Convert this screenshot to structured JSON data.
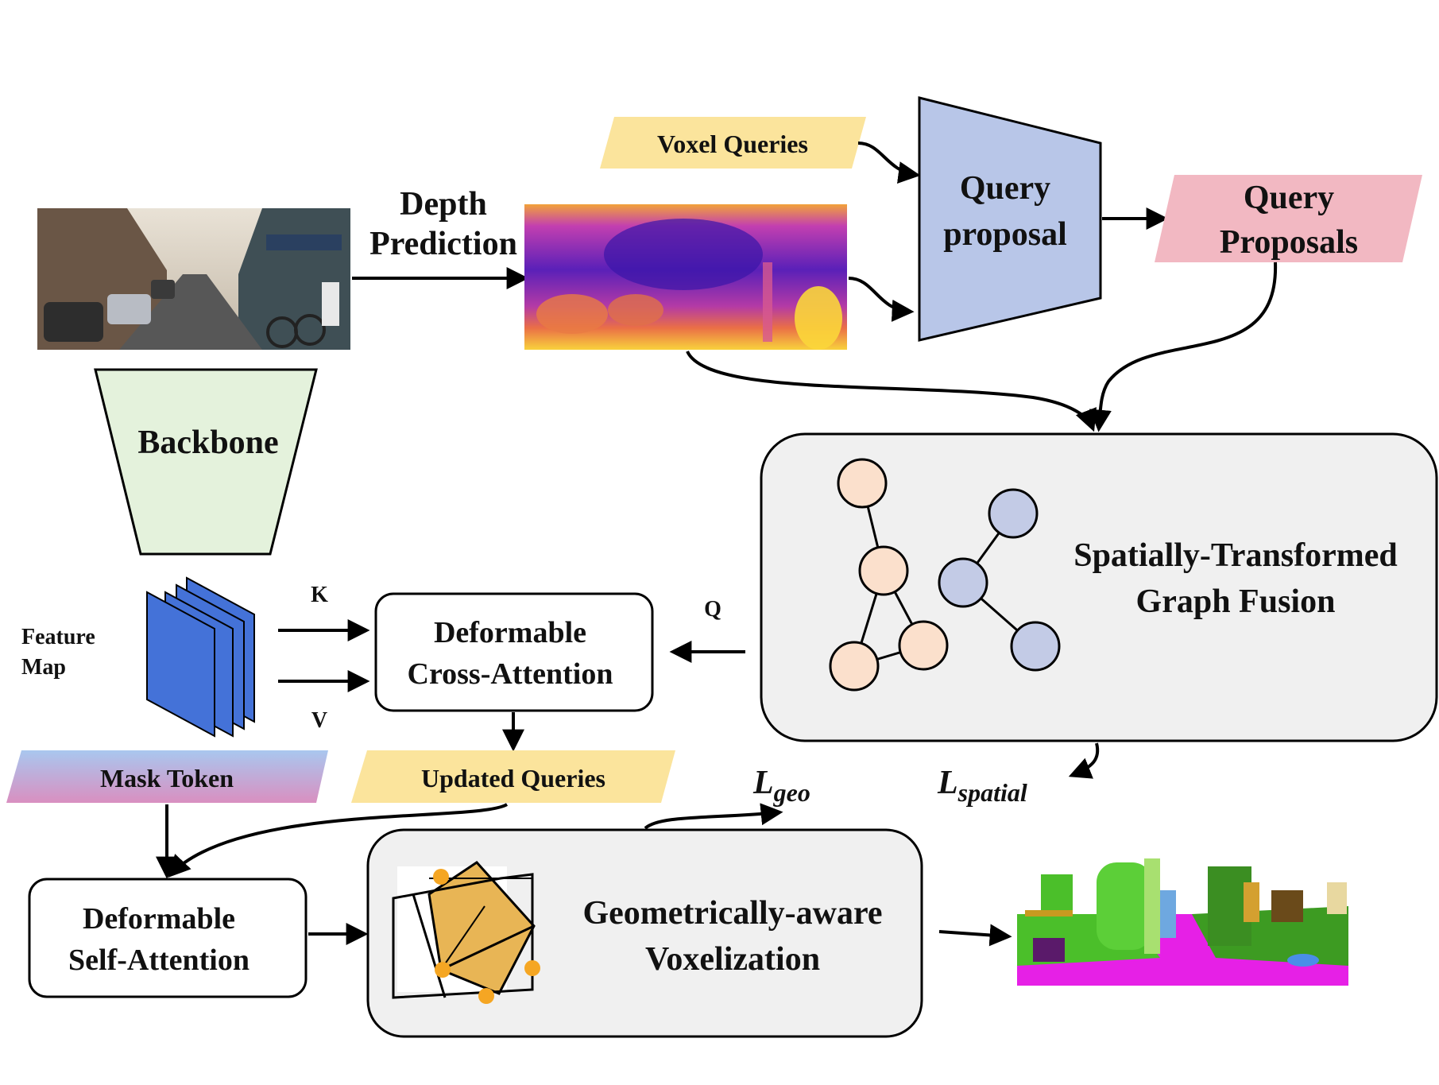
{
  "labels": {
    "depth_prediction_1": "Depth",
    "depth_prediction_2": "Prediction",
    "backbone": "Backbone",
    "voxel_queries": "Voxel Queries",
    "query_proposal_1": "Query",
    "query_proposal_2": "proposal",
    "query_proposals_1": "Query",
    "query_proposals_2": "Proposals",
    "stgf_1": "Spatially-Transformed",
    "stgf_2": "Graph Fusion",
    "feature_map_1": "Feature",
    "feature_map_2": "Map",
    "k": "K",
    "v": "V",
    "q": "Q",
    "dca_1": "Deformable",
    "dca_2": "Cross-Attention",
    "mask_token": "Mask Token",
    "updated_queries": "Updated Queries",
    "dsa_1": "Deformable",
    "dsa_2": "Self-Attention",
    "gav_1": "Geometrically-aware",
    "gav_2": "Voxelization",
    "loss_geo_main": "L",
    "loss_geo_sub": "geo",
    "loss_spatial_main": "L",
    "loss_spatial_sub": "spatial"
  },
  "colors": {
    "yellow_tag": "#fbe49c",
    "pink_tag": "#f2b8c2",
    "trapezoid_blue": "#b8c6e8",
    "backbone_green": "#e4f2dc",
    "graph_node_peach": "#fbe0cc",
    "graph_node_blue": "#c3cbe6",
    "feature_map_blue": "#4472d8",
    "panel_grey": "#f0f0f0",
    "voxel_gold": "#e8b555",
    "semantic_magenta": "#e620e6",
    "semantic_green": "#4bbf2a"
  }
}
